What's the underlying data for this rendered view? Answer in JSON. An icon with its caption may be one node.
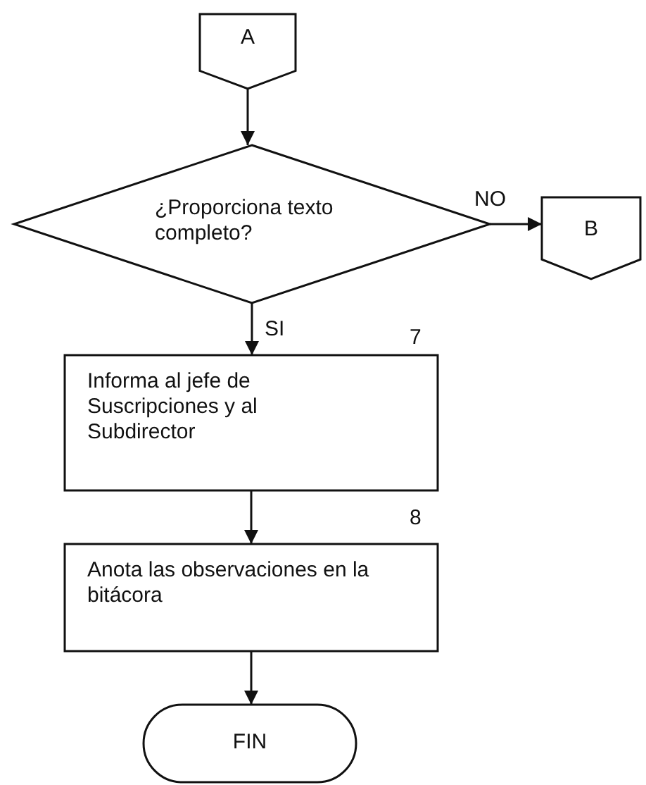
{
  "diagram": {
    "nodes": [
      {
        "text": [
          "A"
        ]
      },
      {
        "text": [
          "¿Proporciona texto completo?"
        ]
      },
      {
        "text": [
          "B"
        ]
      },
      {
        "text": [
          "Informa al jefe de Suscripciones y al Subdirector"
        ],
        "beside": [
          "7"
        ]
      },
      {
        "text": [
          "Anota las observaciones en la bitácora"
        ],
        "beside": [
          "8"
        ]
      },
      {
        "text": [
          "FIN"
        ]
      }
    ],
    "edges": [
      {
        "from": 0,
        "to": 1,
        "arrow": "to"
      },
      {
        "from": 1,
        "to": 2,
        "arrow": "to",
        "label": "NO"
      },
      {
        "from": 1,
        "to": 3,
        "arrow": "to",
        "label": "SI"
      },
      {
        "from": 3,
        "to": 4,
        "arrow": "to"
      },
      {
        "from": 4,
        "to": 5,
        "arrow": "to"
      }
    ]
  }
}
